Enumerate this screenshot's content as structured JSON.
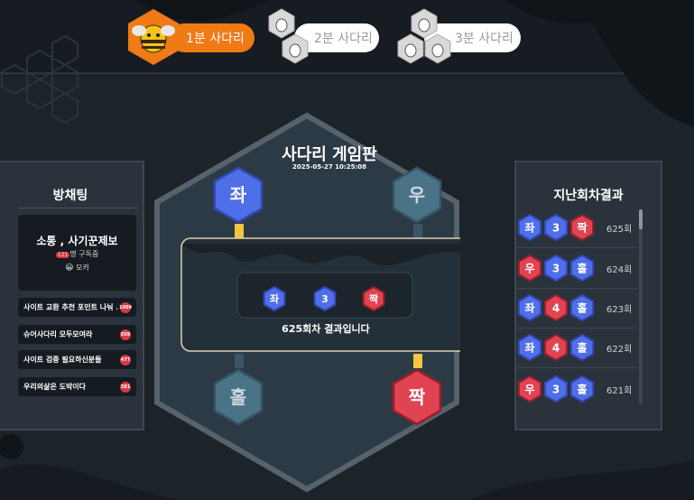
{
  "tabs": [
    {
      "label": "1분 사다리",
      "active": true
    },
    {
      "label": "2분 사다리",
      "active": false
    },
    {
      "label": "3분 사다리",
      "active": false
    }
  ],
  "board": {
    "title": "사다리 게임판",
    "datetime": "2025-05-27 10:25:08",
    "start_left": "좌",
    "start_right": "우",
    "end_left": "홀",
    "end_right": "짝",
    "result_side": "좌",
    "result_lines": "3",
    "result_parity": "짝",
    "result_text": "625회차 결과입니다"
  },
  "chat": {
    "title": "방채팅",
    "featured": {
      "name": "소통 , 사기꾼제보",
      "count": "121",
      "sub_suffix": "명 구독중",
      "user": "모카"
    },
    "rooms": [
      {
        "name": "사이트 교환 추천 포인트 나눠 ...",
        "count": "1009"
      },
      {
        "name": "슈어사다리 모두모여라",
        "count": "559"
      },
      {
        "name": "사이트 검증 필요하신분들",
        "count": "477"
      },
      {
        "name": "우리의삶은 도박이다",
        "count": "381"
      }
    ]
  },
  "history": {
    "title": "지난회차결과",
    "rows": [
      {
        "side": "좌",
        "lines": "3",
        "parity": "짝",
        "round": "625회"
      },
      {
        "side": "우",
        "lines": "3",
        "parity": "홀",
        "round": "624회"
      },
      {
        "side": "좌",
        "lines": "4",
        "parity": "홀",
        "round": "623회"
      },
      {
        "side": "좌",
        "lines": "4",
        "parity": "홀",
        "round": "622회"
      },
      {
        "side": "우",
        "lines": "3",
        "parity": "홀",
        "round": "621회"
      }
    ]
  },
  "colors": {
    "blue": "#4f6fe8",
    "red": "#e04453",
    "orange": "#f07a16",
    "teal": "#4a7388"
  },
  "icons": {
    "tab1": "bee-icon",
    "tab2": "bee-group-icon",
    "tab3": "bee-trio-icon"
  }
}
